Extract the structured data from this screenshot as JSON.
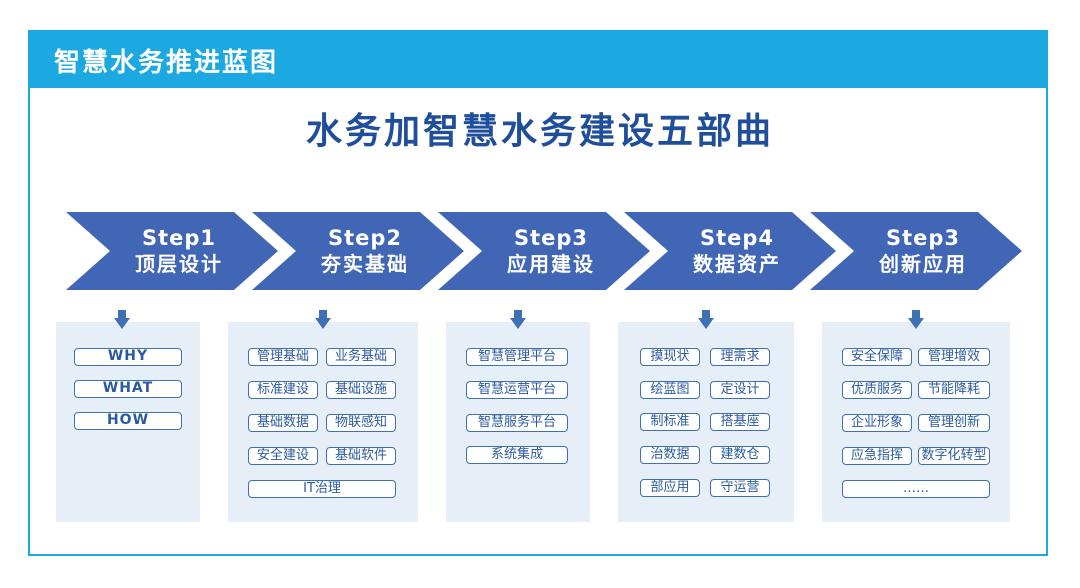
{
  "header": {
    "title": "智慧水务推进蓝图"
  },
  "main_title": "水务加智慧水务建设五部曲",
  "colors": {
    "header_bg": "#1ca8e0",
    "arrow": "#4066b5",
    "panel": "#e6eef7",
    "title": "#1f4e9a"
  },
  "steps": [
    {
      "step": "Step1",
      "name": "顶层设计",
      "items": [
        "WHY",
        "WHAT",
        "HOW"
      ]
    },
    {
      "step": "Step2",
      "name": "夯实基础",
      "items": [
        "管理基础",
        "业务基础",
        "标准建设",
        "基础设施",
        "基础数据",
        "物联感知",
        "安全建设",
        "基础软件",
        "IT治理"
      ]
    },
    {
      "step": "Step3",
      "name": "应用建设",
      "items": [
        "智慧管理平台",
        "智慧运营平台",
        "智慧服务平台",
        "系统集成"
      ]
    },
    {
      "step": "Step4",
      "name": "数据资产",
      "items": [
        "摸现状",
        "理需求",
        "绘蓝图",
        "定设计",
        "制标准",
        "搭基座",
        "治数据",
        "建数仓",
        "部应用",
        "守运营"
      ]
    },
    {
      "step": "Step3",
      "name": "创新应用",
      "items": [
        "安全保障",
        "管理增效",
        "优质服务",
        "节能降耗",
        "企业形象",
        "管理创新",
        "应急指挥",
        "数字化转型",
        "……"
      ]
    }
  ]
}
